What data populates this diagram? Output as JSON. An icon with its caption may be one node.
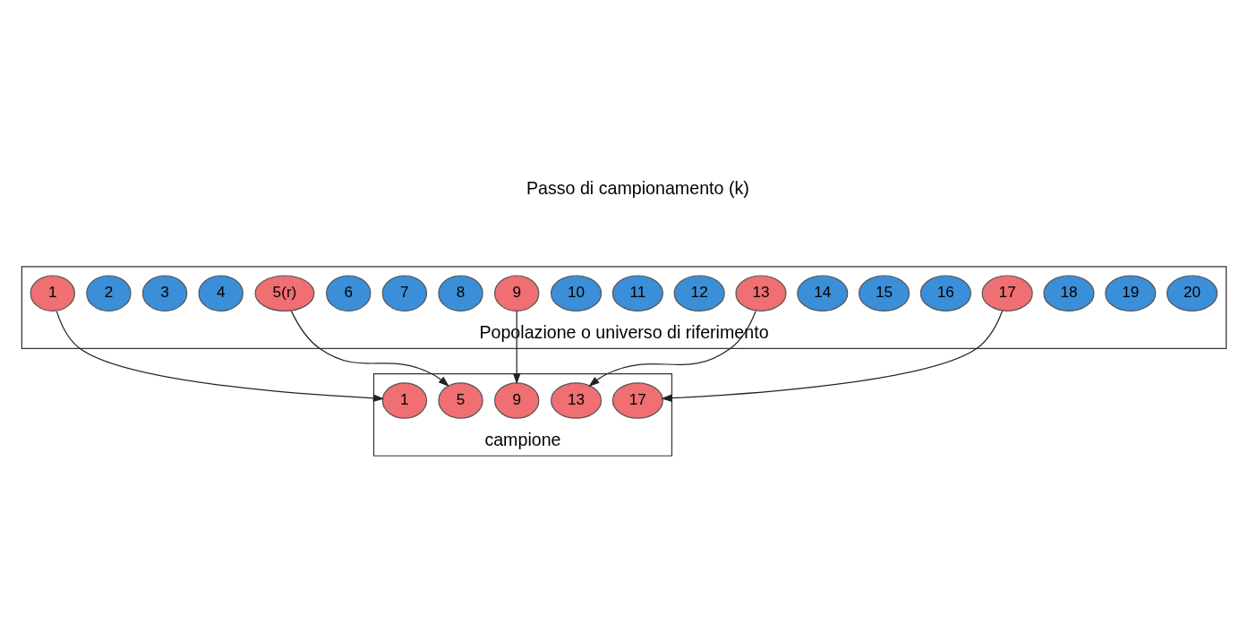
{
  "diagram": {
    "nodes": [
      {
        "text": [
          "Popolazione o universo di riferimento"
        ]
      },
      {
        "text": [
          "1"
        ],
        "in": 0
      },
      {
        "text": [
          "2"
        ],
        "in": 0
      },
      {
        "text": [
          "3"
        ],
        "in": 0
      },
      {
        "text": [
          "4"
        ],
        "in": 0
      },
      {
        "text": [
          "5(r)"
        ],
        "in": 0
      },
      {
        "text": [
          "6"
        ],
        "in": 0
      },
      {
        "text": [
          "7"
        ],
        "in": 0
      },
      {
        "text": [
          "8"
        ],
        "in": 0
      },
      {
        "text": [
          "9"
        ],
        "in": 0
      },
      {
        "text": [
          "10"
        ],
        "in": 0
      },
      {
        "text": [
          "11"
        ],
        "in": 0
      },
      {
        "text": [
          "12"
        ],
        "in": 0
      },
      {
        "text": [
          "13"
        ],
        "in": 0
      },
      {
        "text": [
          "14"
        ],
        "in": 0
      },
      {
        "text": [
          "15"
        ],
        "in": 0
      },
      {
        "text": [
          "16"
        ],
        "in": 0
      },
      {
        "text": [
          "17"
        ],
        "in": 0
      },
      {
        "text": [
          "18"
        ],
        "in": 0
      },
      {
        "text": [
          "19"
        ],
        "in": 0
      },
      {
        "text": [
          "20"
        ],
        "in": 0
      },
      {
        "text": [
          "campione"
        ]
      },
      {
        "text": [
          "5"
        ],
        "in": 21
      },
      {
        "text": [
          "13"
        ],
        "in": 21
      },
      {
        "text": [
          "9"
        ],
        "in": 21
      },
      {
        "text": [
          "1"
        ],
        "in": 21
      },
      {
        "text": [
          "17"
        ],
        "in": 21
      }
    ],
    "edges": [
      {
        "from": 1,
        "to": 25,
        "arrow": "to"
      },
      {
        "from": 5,
        "to": 22,
        "arrow": "to"
      },
      {
        "from": 9,
        "to": 24,
        "arrow": "to"
      },
      {
        "from": 13,
        "to": 23,
        "arrow": "to"
      },
      {
        "from": 17,
        "to": 26,
        "arrow": "to"
      }
    ],
    "labels": [
      "Passo di campionamento (k)"
    ]
  }
}
